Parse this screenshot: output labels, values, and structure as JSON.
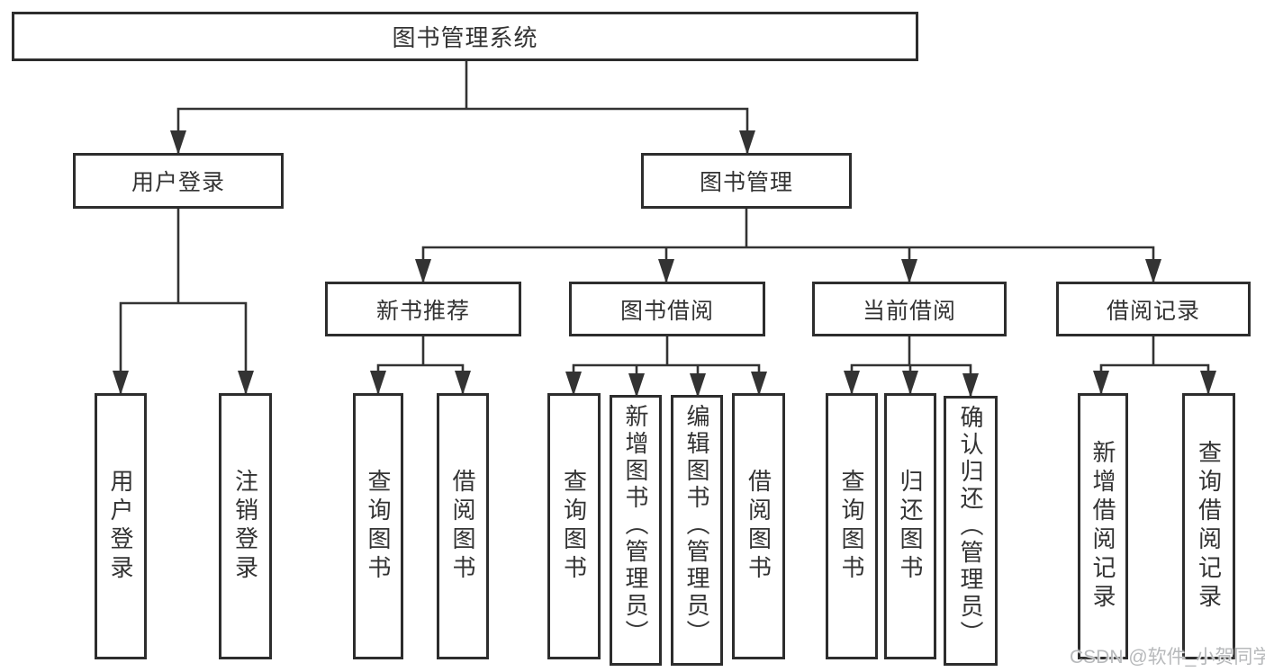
{
  "diagram": {
    "title": "图书管理系统",
    "level2": [
      {
        "label": "用户登录"
      },
      {
        "label": "图书管理"
      }
    ],
    "level3": [
      {
        "label": "新书推荐",
        "parent": "图书管理"
      },
      {
        "label": "图书借阅",
        "parent": "图书管理"
      },
      {
        "label": "当前借阅",
        "parent": "图书管理"
      },
      {
        "label": "借阅记录",
        "parent": "图书管理"
      }
    ],
    "leaves": [
      {
        "label": "用户登录",
        "parent": "用户登录"
      },
      {
        "label": "注销登录",
        "parent": "用户登录"
      },
      {
        "label": "查询图书",
        "parent": "新书推荐"
      },
      {
        "label": "借阅图书",
        "parent": "新书推荐"
      },
      {
        "label": "查询图书",
        "parent": "图书借阅"
      },
      {
        "label": "新增图书（管理员）",
        "parent": "图书借阅"
      },
      {
        "label": "编辑图书（管理员）",
        "parent": "图书借阅"
      },
      {
        "label": "借阅图书",
        "parent": "图书借阅"
      },
      {
        "label": "查询图书",
        "parent": "当前借阅"
      },
      {
        "label": "归还图书",
        "parent": "当前借阅"
      },
      {
        "label": "确认归还（管理员）",
        "parent": "当前借阅"
      },
      {
        "label": "新增借阅记录",
        "parent": "借阅记录"
      },
      {
        "label": "查询借阅记录",
        "parent": "借阅记录"
      }
    ]
  },
  "watermark": {
    "text": "CSDN @软件_小贺同学"
  },
  "colors": {
    "line": "#333333",
    "box_border": "#2d2d2d",
    "text": "#333333",
    "watermark": "#b7b9bb",
    "background": "#ffffff"
  }
}
